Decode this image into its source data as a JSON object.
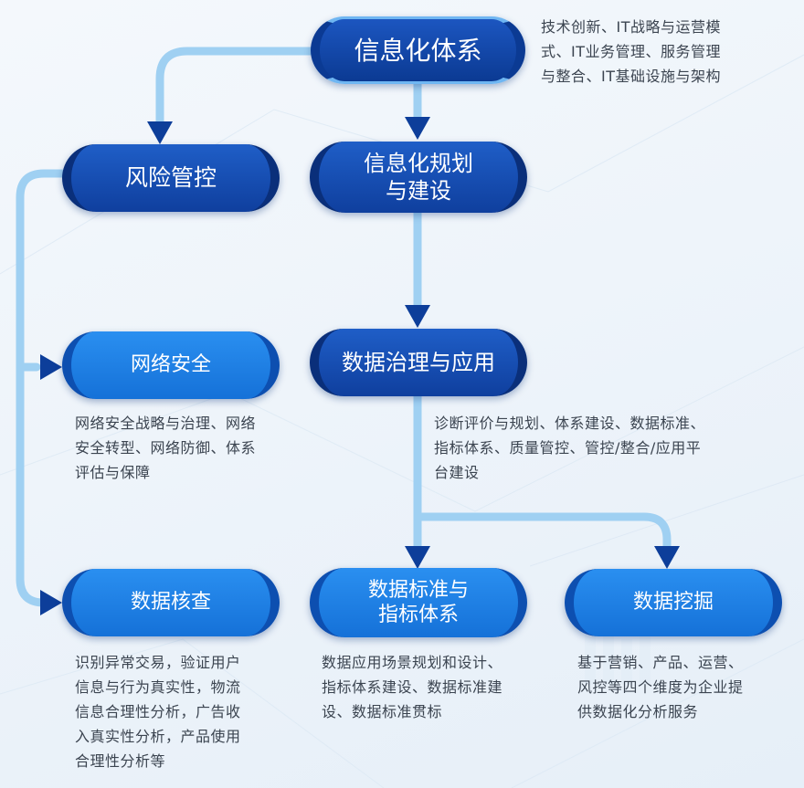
{
  "nodes": {
    "info_system": "信息化体系",
    "risk_control": "风险管控",
    "planning": "信息化规划\n与建设",
    "network_security": "网络安全",
    "data_governance": "数据治理与应用",
    "data_audit": "数据核查",
    "data_standards": "数据标准与\n指标体系",
    "data_mining": "数据挖掘"
  },
  "descriptions": {
    "info_system": "技术创新、IT战略与运营模\n式、IT业务管理、服务管理\n与整合、IT基础设施与架构",
    "network_security": "网络安全战略与治理、网络\n安全转型、网络防御、体系\n评估与保障",
    "data_governance": "诊断评价与规划、体系建设、数据标准、\n指标体系、质量管控、管控/整合/应用平\n台建设",
    "data_audit": "识别异常交易，验证用户\n信息与行为真实性，物流\n信息合理性分析，广告收\n入真实性分析，产品使用\n合理性分析等",
    "data_standards": "数据应用场景规划和设计、\n指标体系建设、数据标准建\n设、数据标准贯标",
    "data_mining": "基于营销、产品、运营、\n风控等四个维度为企业提\n供数据化分析服务"
  },
  "colors": {
    "connector": "#9fd0f2",
    "arrow": "#0d3e9a",
    "dark_node": "#0f3f9e",
    "light_node": "#1571d8"
  }
}
